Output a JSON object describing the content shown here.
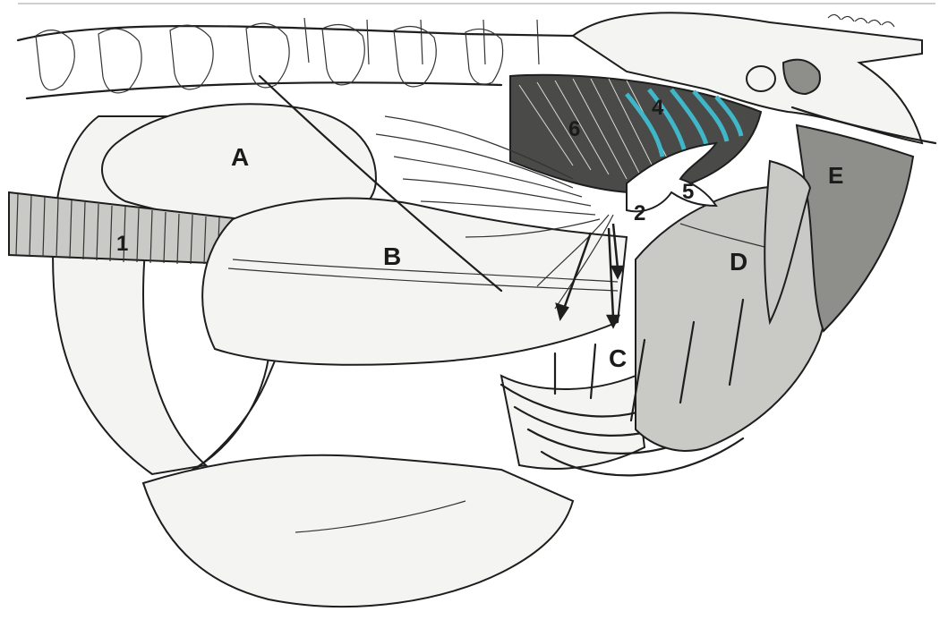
{
  "labels": {
    "A": "A",
    "B": "B",
    "C": "C",
    "D": "D",
    "E": "E",
    "n1": "1",
    "n2": "2",
    "n4": "4",
    "n5": "5",
    "n6": "6"
  },
  "colors": {
    "ink": "#1e1e1e",
    "paper": "#ffffff",
    "organ_fill": "#f4f4f2",
    "shade_fill": "#c9c9c6",
    "dark_fill": "#8e8e8b",
    "highlight": "#3fb7c9"
  }
}
